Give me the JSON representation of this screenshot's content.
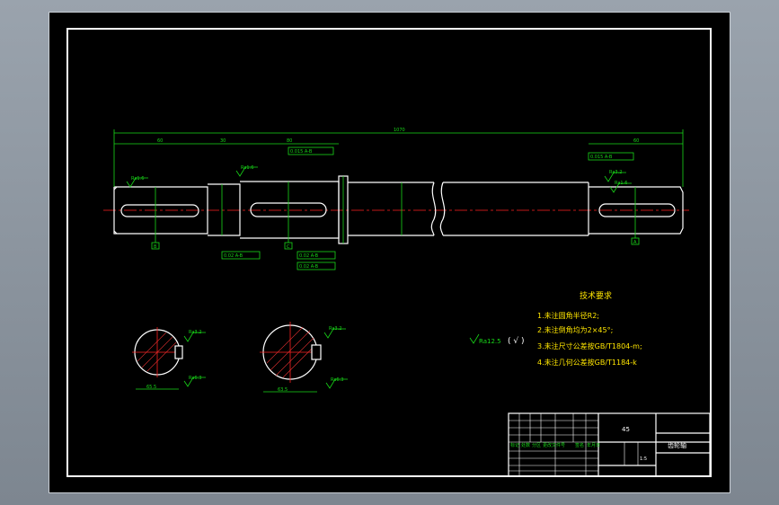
{
  "dimensions": {
    "overall_length": "1070",
    "seg_left": "60",
    "seg_mid1": "30",
    "seg_mid2": "80",
    "seg_right": "60"
  },
  "surface_finish": {
    "ra_16": "Ra1.6",
    "ra_32": "Ra3.2",
    "ra_63": "Ra6.3",
    "ra_125": "Ra12.5"
  },
  "datums": {
    "a": "B",
    "b": "C",
    "c": "A"
  },
  "tolerance_frames": {
    "top_mid": "0.015 A-B",
    "top_right": "0.015 A-B",
    "bottom_left": "0.02 A-B",
    "bottom_mid1": "0.02 A-B",
    "bottom_mid2": "0.02 A-B"
  },
  "tech_requirements": {
    "title": "技术要求",
    "items": [
      "1.未注圆角半径R2;",
      "2.未注倒角均为2×45°;",
      "3.未注尺寸公差按GB/T1804-m;",
      "4.未注几何公差按GB/T1184-k"
    ]
  },
  "section_labels": {
    "left": "65.5",
    "right": "63.5"
  },
  "title_block": {
    "material": "45",
    "part_name": "齿轮轴",
    "scale": "1:5",
    "labels": [
      "标记",
      "处数",
      "分区",
      "更改文件号",
      "签名",
      "年月日"
    ]
  },
  "colors": {
    "background": "#000000",
    "line": "#ffffff",
    "dimension": "#18d818",
    "centerline": "#ff2020",
    "text": "#ffe600"
  }
}
